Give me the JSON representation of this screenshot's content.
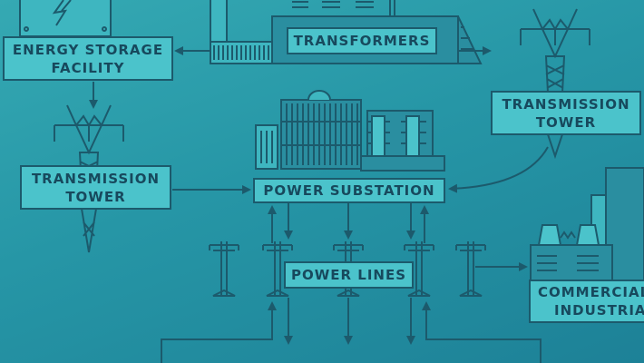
{
  "colors": {
    "background": "#2696a6",
    "label_fill": "#4bc3cb",
    "line": "#1c5a6c",
    "text": "#17495d"
  },
  "labels": {
    "energy_storage": [
      "ENERGY STORAGE",
      "FACILITY"
    ],
    "transformers": "TRANSFORMERS",
    "tower_right": [
      "TRANSMISSION",
      "TOWER"
    ],
    "tower_left": [
      "TRANSMISSION",
      "TOWER"
    ],
    "substation": "POWER SUBSTATION",
    "power_lines": "POWER LINES",
    "commercial": [
      "COMMERCIAL",
      "INDUSTRIAL"
    ]
  }
}
